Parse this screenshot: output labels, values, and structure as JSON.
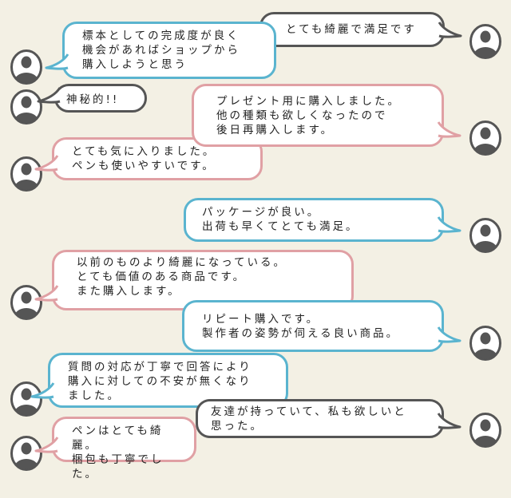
{
  "colors": {
    "background": "#f3f0e4",
    "blue": "#5ab4cf",
    "pink": "#e0a0a4",
    "dark": "#555555"
  },
  "messages": [
    {
      "text": "とても綺麗で満足です",
      "color": "dark",
      "side": "right"
    },
    {
      "text": "標本としての完成度が良く\n機会があればショップから\n購入しようと思う",
      "color": "blue",
      "side": "left"
    },
    {
      "text": "神秘的!!",
      "color": "dark",
      "side": "left"
    },
    {
      "text": "プレゼント用に購入しました。\n他の種類も欲しくなったので\n後日再購入します。",
      "color": "pink",
      "side": "right"
    },
    {
      "text": "とても気に入りました。\nペンも使いやすいです。",
      "color": "pink",
      "side": "left"
    },
    {
      "text": "パッケージが良い。\n出荷も早くてとても満足。",
      "color": "blue",
      "side": "right"
    },
    {
      "text": "以前のものより綺麗になっている。\nとても価値のある商品です。\nまた購入します。",
      "color": "pink",
      "side": "left"
    },
    {
      "text": "リピート購入です。\n製作者の姿勢が伺える良い商品。",
      "color": "blue",
      "side": "right"
    },
    {
      "text": "質問の対応が丁寧で回答により\n購入に対しての不安が無くなり\nました。",
      "color": "blue",
      "side": "left"
    },
    {
      "text": "友達が持っていて、私も欲しいと\n思った。",
      "color": "dark",
      "side": "right"
    },
    {
      "text": "ペンはとても綺麗。\n梱包も丁寧でした。",
      "color": "pink",
      "side": "left"
    }
  ]
}
